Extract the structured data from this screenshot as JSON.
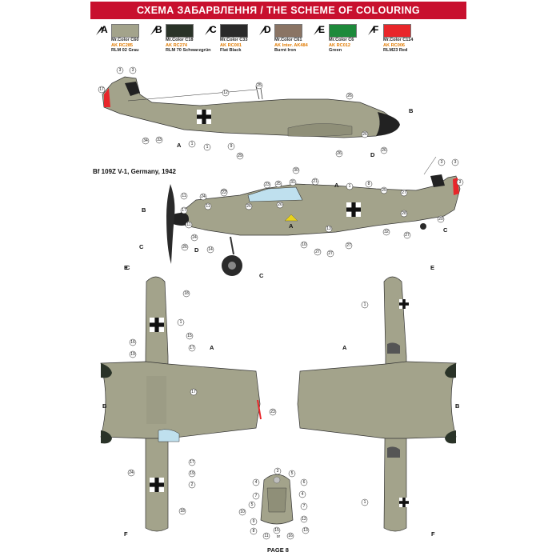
{
  "header": {
    "title": "СХЕМА ЗАБАРВЛЕННЯ / THE SCHEME OF COLOURING"
  },
  "palette": [
    {
      "letter": "A",
      "hex": "#a3a38b",
      "mrcolor": "Mr.Color C60",
      "ak": "AK RC285",
      "name": "RLM 02 Grau"
    },
    {
      "letter": "B",
      "hex": "#2a3328",
      "mrcolor": "Mr.Color C18",
      "ak": "AK RC274",
      "name": "RLM 70 Schwarzgrün"
    },
    {
      "letter": "C",
      "hex": "#2a2a2a",
      "mrcolor": "Mr.Color C33",
      "ak": "AK RC001",
      "name": "Flat Black"
    },
    {
      "letter": "D",
      "hex": "#8a7464",
      "mrcolor": "Mr.Color C61",
      "ak": "AK Inter. AK484",
      "name": "Burnt Iron"
    },
    {
      "letter": "E",
      "hex": "#1d8a3b",
      "mrcolor": "Mr.Color C6",
      "ak": "AK RC012",
      "name": "Green"
    },
    {
      "letter": "F",
      "hex": "#e8262a",
      "mrcolor": "Mr.Color C114",
      "ak": "AK RC006",
      "name": "RLM23 Red"
    }
  ],
  "caption": "Bf 109Z V-1, Germany, 1942",
  "footer": {
    "page": "PAGE 8"
  },
  "callouts": {
    "top_side": [
      "3",
      "17",
      "12",
      "25",
      "26",
      "26",
      "26",
      "26",
      "34",
      "33",
      "1",
      "1",
      "9",
      "29"
    ],
    "top_side_3b": "3",
    "main_side": [
      "30",
      "25",
      "31",
      "21",
      "8",
      "3",
      "3",
      "3",
      "22",
      "23",
      "27",
      "11",
      "24",
      "22",
      "26",
      "21",
      "17",
      "25",
      "26",
      "14",
      "20",
      "24",
      "32",
      "27",
      "27",
      "10",
      "27",
      "26",
      "27",
      "28",
      "11",
      "11",
      "1",
      "13"
    ],
    "plan_left": [
      "18",
      "15",
      "1",
      "16",
      "19",
      "17",
      "17",
      "23",
      "17",
      "24",
      "19",
      "2",
      "18"
    ],
    "plan_right": [
      "1",
      "1"
    ],
    "cockpit": [
      "3",
      "4",
      "5",
      "6",
      "4",
      "7",
      "5",
      "7",
      "10",
      "12",
      "9",
      "13",
      "8",
      "15",
      "11",
      "16"
    ],
    "cockpit_or": "or"
  },
  "letters": [
    "A",
    "B",
    "D",
    "B",
    "A",
    "D",
    "C",
    "A",
    "C",
    "C",
    "C",
    "E",
    "A",
    "B",
    "F",
    "E",
    "A",
    "B",
    "F"
  ]
}
